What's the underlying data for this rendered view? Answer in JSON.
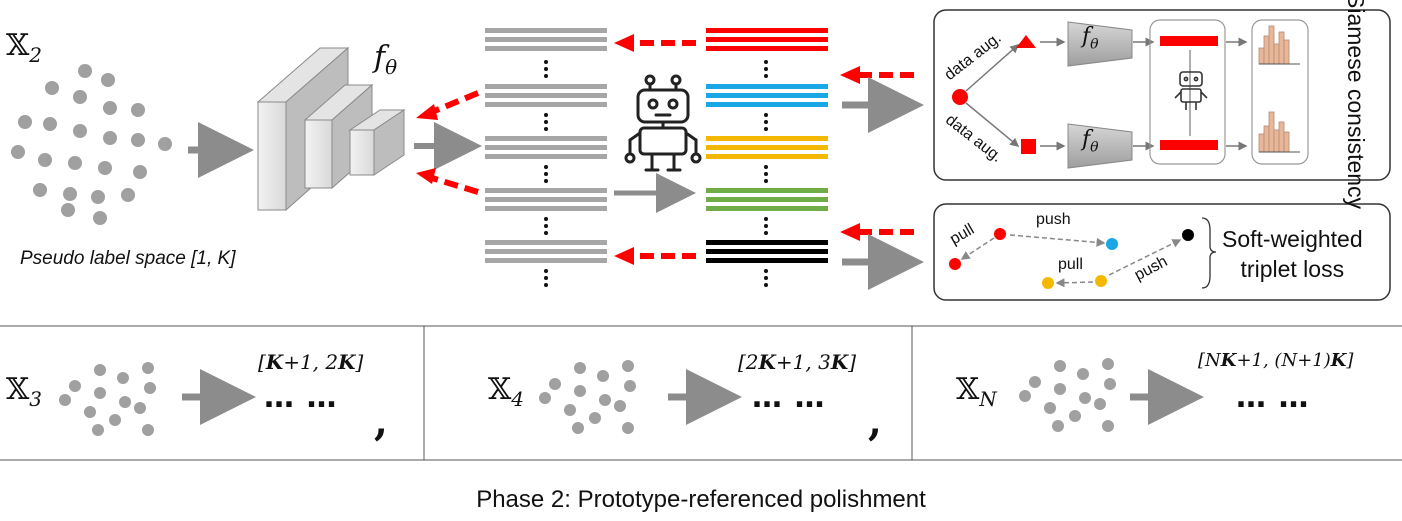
{
  "dataset_main": {
    "symbol": "𝕏",
    "sub": "2"
  },
  "network_label": "f",
  "theta": "θ",
  "pseudo_label_space": "Pseudo label space [1, K]",
  "siamese": {
    "aug_top": "data aug.",
    "aug_bottom": "data aug.",
    "title": "Siamese consistency"
  },
  "triplet": {
    "pull_1": "pull",
    "push_1": "push",
    "pull_2": "pull",
    "push_2": "push",
    "title_line1": "Soft-weighted",
    "title_line2": "triplet loss"
  },
  "panels": [
    {
      "symbol": "𝕏",
      "sub": "3",
      "range_pre": "[",
      "range_b1": "K",
      "range_mid": "+1, 2",
      "range_b2": "K",
      "range_post": "]",
      "dots": "… …",
      "comma": ","
    },
    {
      "symbol": "𝕏",
      "sub": "4",
      "range_pre": "[2",
      "range_b1": "K",
      "range_mid": "+1, 3",
      "range_b2": "K",
      "range_post": "]",
      "dots": "… …",
      "comma": ","
    },
    {
      "symbol": "𝕏",
      "sub": "N",
      "range_pre": "[N",
      "range_b1": "K",
      "range_mid": "+1, (N+1)",
      "range_b2": "K",
      "range_post": "]",
      "dots": "… …",
      "comma": ""
    }
  ],
  "caption": "Phase 2:  Prototype-referenced polishment",
  "colors": {
    "gray_bar": "#a6a6a6",
    "red": "#ff0000",
    "blue": "#1aa7e6",
    "yellow": "#f5b800",
    "green": "#70ad47",
    "black": "#000000",
    "arrow_gray": "#8c8c8c",
    "dot_gray": "#a0a0a0"
  },
  "icons": [
    "robot-icon",
    "histogram-icon"
  ]
}
